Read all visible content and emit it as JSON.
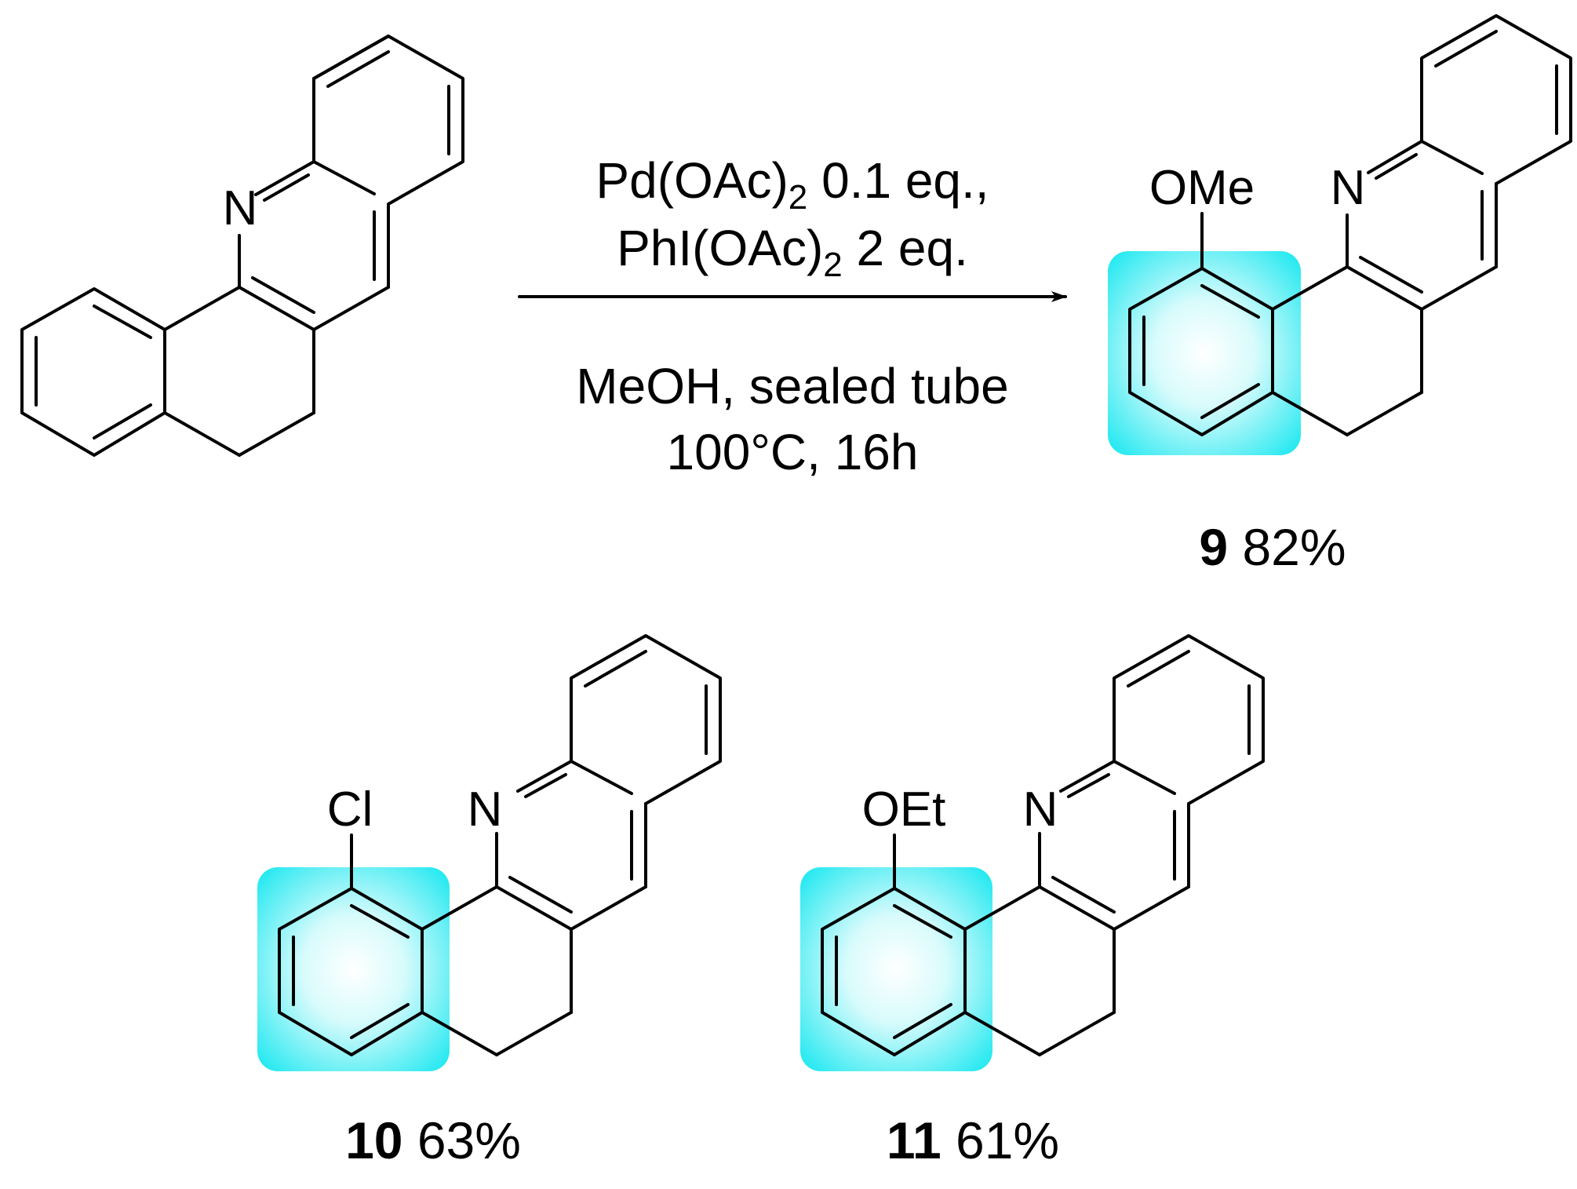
{
  "reagents": {
    "line1_prefix": "Pd(OAc)",
    "line1_sub": "2",
    "line1_suffix": " 0.1 eq.,",
    "line2_prefix": "PhI(OAc)",
    "line2_sub": "2",
    "line2_suffix": " 2 eq."
  },
  "conditions": {
    "line1": "MeOH, sealed tube",
    "line2": "100°C, 16h"
  },
  "starting_material": {
    "n_label": "N"
  },
  "products": [
    {
      "number": "9",
      "yield": "82%",
      "substituent": "OMe",
      "n_label": "N"
    },
    {
      "number": "10",
      "yield": "63%",
      "substituent": "Cl",
      "n_label": "N"
    },
    {
      "number": "11",
      "yield": "61%",
      "substituent": "OEt",
      "n_label": "N"
    }
  ],
  "colors": {
    "highlight": "#00e5ee",
    "bond": "#000000"
  }
}
